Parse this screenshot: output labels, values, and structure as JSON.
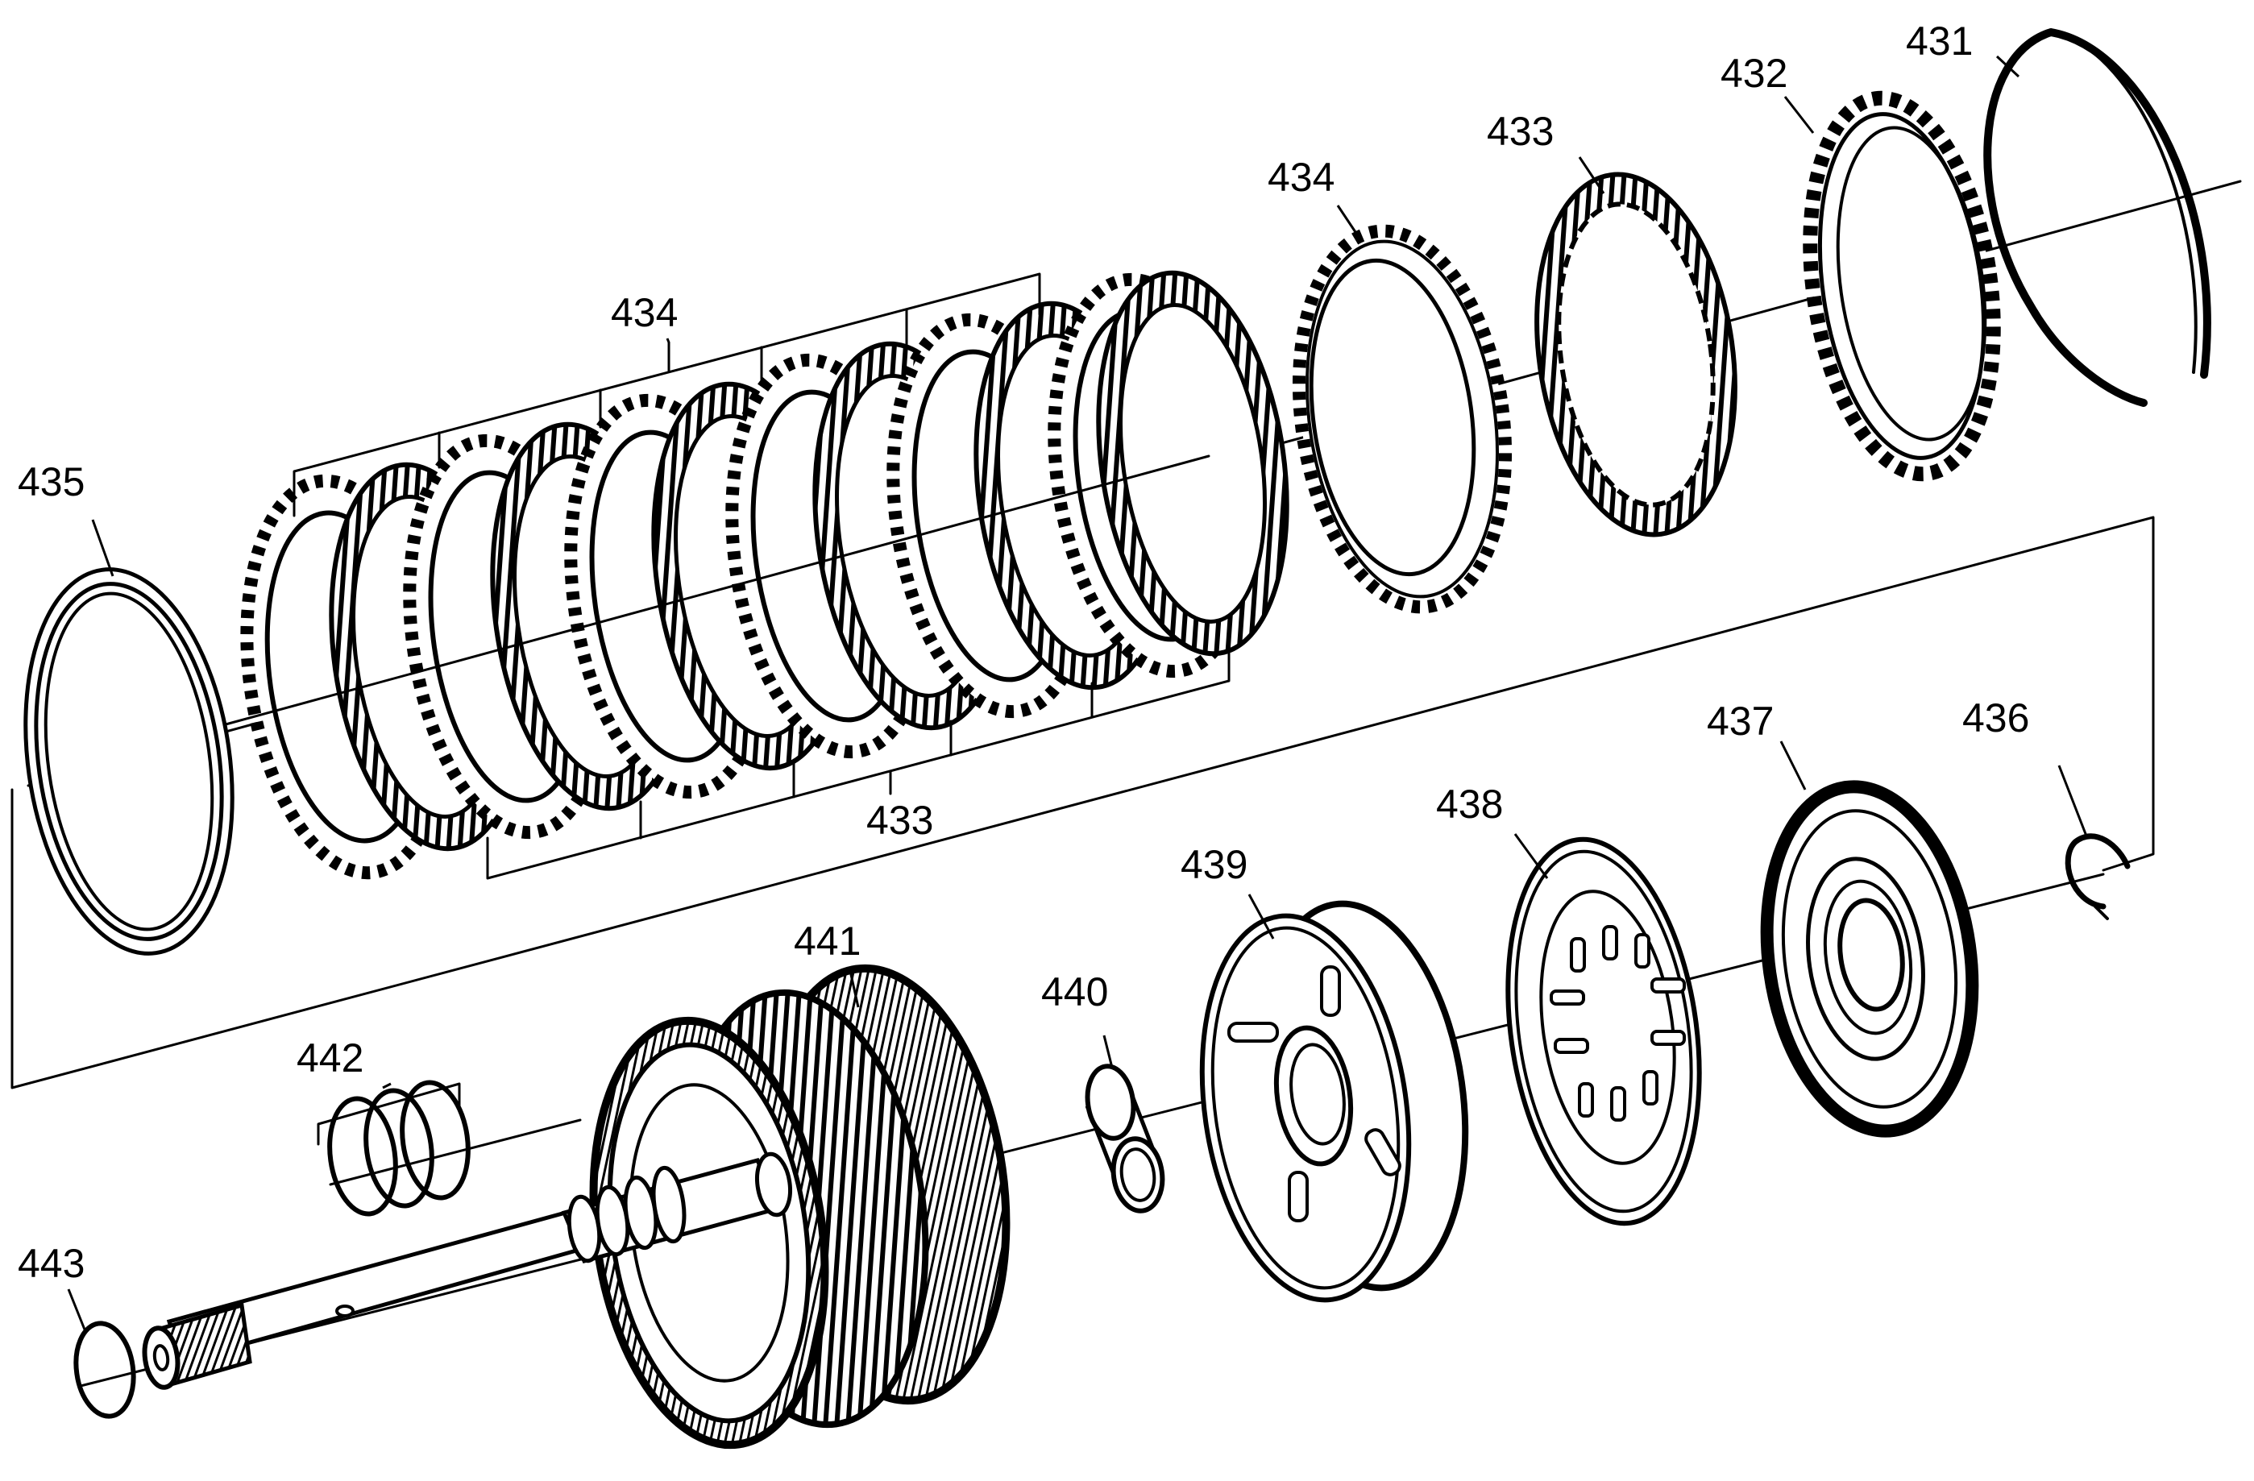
{
  "diagram": {
    "part_numbers": {
      "p431": "431",
      "p432": "432",
      "p433_top": "433",
      "p434_right": "434",
      "p434_group": "434",
      "p435": "435",
      "p433_group": "433",
      "p436": "436",
      "p437": "437",
      "p438": "438",
      "p439": "439",
      "p440": "440",
      "p441": "441",
      "p442": "442",
      "p443": "443"
    },
    "stroke_color": "#000000",
    "background_color": "#ffffff"
  }
}
